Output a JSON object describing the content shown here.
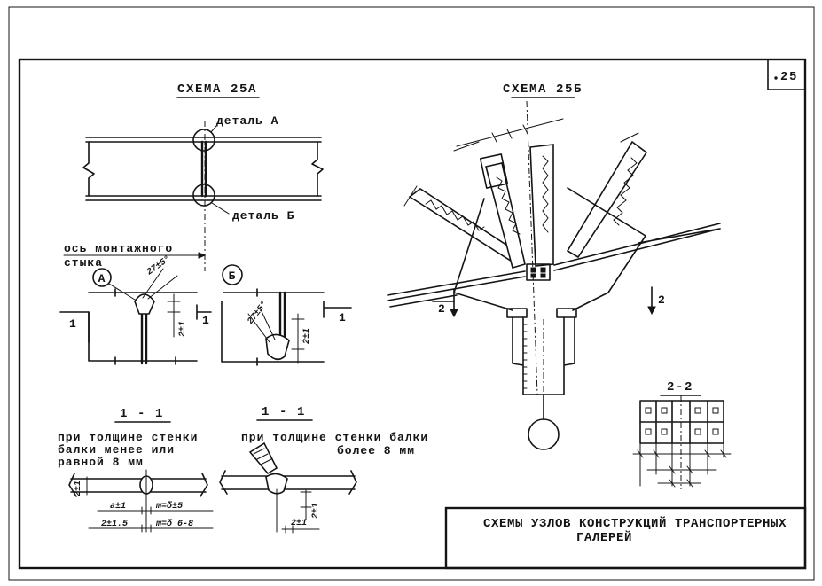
{
  "page_number": "25",
  "scheme_a": {
    "title": "СХЕМА 25А",
    "detail_a_label": "деталь А",
    "detail_b_label": "деталь Б",
    "axis_label_line1": "ось монтажного",
    "axis_label_line2": "стыка"
  },
  "detail_a": {
    "marker": "А",
    "angle": "27±5°",
    "dim": "2±1"
  },
  "detail_b": {
    "marker": "Б",
    "angle": "27±5°",
    "dim": "2±1"
  },
  "section_mark_1": "1",
  "section_thin": {
    "title": "1 - 1",
    "caption": [
      "при толщине стенки",
      "балки менее или",
      "равной 8 мм"
    ],
    "dim_gap": "2±1",
    "dim_a": "a±1",
    "dim_m1": "m=δ±5",
    "dim_b": "2±1.5",
    "dim_m2": "m=δ 6-8"
  },
  "section_thick": {
    "title": "1 - 1",
    "caption": [
      "при толщине стенки балки",
      "более 8 мм"
    ],
    "dim_vertical": "2±1",
    "dim_horizontal": "2±1"
  },
  "scheme_b": {
    "title": "СХЕМА 25Б",
    "section_mark": "2"
  },
  "section_2_2": {
    "title": "2-2"
  },
  "title_block": {
    "line1": "СХЕМЫ УЗЛОВ КОНСТРУКЦИЙ ТРАНСПОРТЕРНЫХ",
    "line2": "ГАЛЕРЕЙ"
  }
}
